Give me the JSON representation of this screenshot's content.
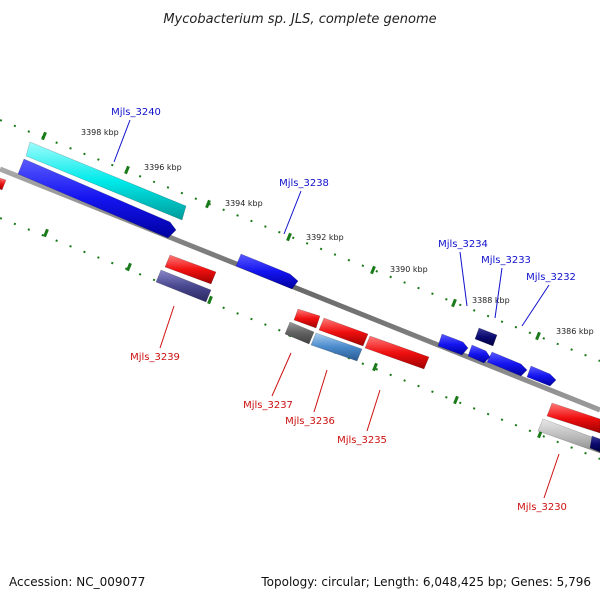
{
  "title": "Mycobacterium sp. JLS, complete genome",
  "footer": {
    "accession": "Accession: NC_009077",
    "summary": "Topology: circular; Length: 6,048,425 bp; Genes: 5,796"
  },
  "colors": {
    "backbone": "#6f6f6f",
    "tick": "#1a7a1a",
    "forward_label": "#1010cc",
    "reverse_label": "#cc1010"
  },
  "ticks": [
    {
      "label": "3398 kbp"
    },
    {
      "label": "3396 kbp"
    },
    {
      "label": "3394 kbp"
    },
    {
      "label": "3392 kbp"
    },
    {
      "label": "3390 kbp"
    },
    {
      "label": "3388 kbp"
    },
    {
      "label": "3386 kbp"
    }
  ],
  "genes": [
    {
      "label": "Mjls_3240",
      "strand": "forward",
      "color": "#00e5e5"
    },
    {
      "label": "Mjls_3238",
      "strand": "forward",
      "color": "#1010ee"
    },
    {
      "label": "Mjls_3234",
      "strand": "forward",
      "color": "#1010ee"
    },
    {
      "label": "Mjls_3233",
      "strand": "forward",
      "color": "#000066"
    },
    {
      "label": "Mjls_3232",
      "strand": "forward",
      "color": "#1010ee"
    },
    {
      "label": "Mjls_3239",
      "strand": "reverse",
      "color": "#ee1010"
    },
    {
      "label": "Mjls_3237",
      "strand": "reverse",
      "color": "#ee1010"
    },
    {
      "label": "Mjls_3236",
      "strand": "reverse",
      "color": "#4a8acc"
    },
    {
      "label": "Mjls_3235",
      "strand": "reverse",
      "color": "#ee1010"
    },
    {
      "label": "Mjls_3230",
      "strand": "reverse",
      "color": "#ee1010"
    }
  ]
}
